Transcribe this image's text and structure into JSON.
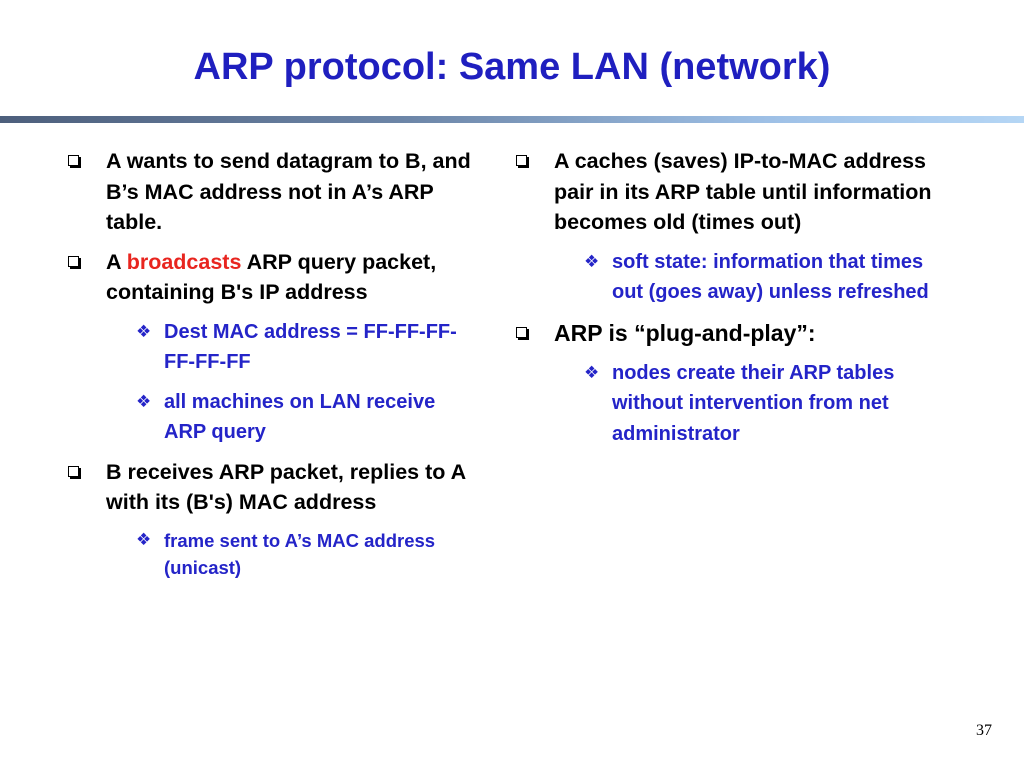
{
  "slide": {
    "title": "ARP protocol: Same LAN (network)",
    "page_number": "37",
    "left_column": {
      "bullet1": "A wants to send datagram to B, and B’s MAC address not in A’s ARP table.",
      "bullet2_prefix": "A ",
      "bullet2_highlight": "broadcasts",
      "bullet2_suffix": " ARP query packet, containing B's IP address",
      "bullet2_sub1": "Dest MAC address = FF-FF-FF-FF-FF-FF",
      "bullet2_sub2": "all machines on LAN receive ARP query",
      "bullet3": "B receives ARP packet, replies to A with its (B's) MAC address",
      "bullet3_sub1": "frame sent to A’s MAC address (unicast)"
    },
    "right_column": {
      "bullet1": "A caches (saves) IP-to-MAC address pair in its ARP table until information becomes old (times out)",
      "bullet1_sub1": "soft state: information that times out (goes away) unless refreshed",
      "bullet2": "ARP is “plug-and-play”:",
      "bullet2_sub1": "nodes create their ARP tables without intervention from net administrator"
    },
    "colors": {
      "title": "#1f1fbf",
      "sub_bullet": "#2424c8",
      "highlight": "#e8251f"
    },
    "icons": {
      "level1": "hollow-square-bullet-icon",
      "level2": "four-point-star-bullet-icon"
    }
  }
}
